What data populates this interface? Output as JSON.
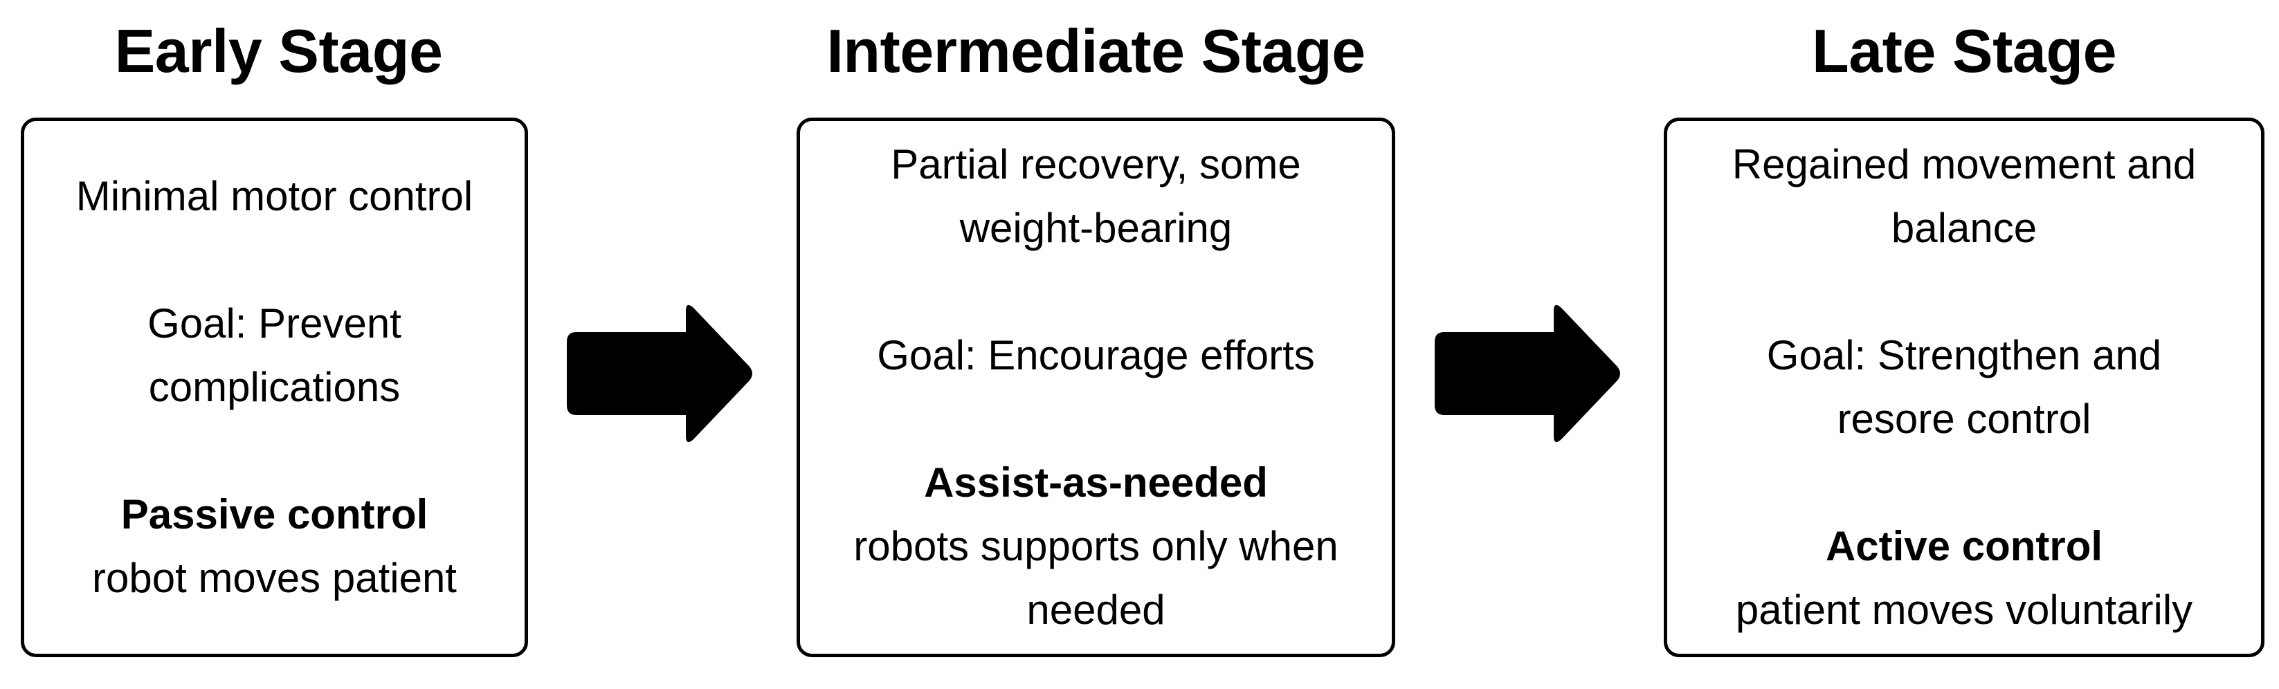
{
  "stages": [
    {
      "title": "Early Stage",
      "condition_lines": [
        "Minimal motor control"
      ],
      "goal_lines": [
        "Goal: Prevent",
        "complications"
      ],
      "control_title": "Passive control",
      "control_lines": [
        "robot moves patient"
      ]
    },
    {
      "title": "Intermediate Stage",
      "condition_lines": [
        "Partial recovery, some",
        "weight-bearing"
      ],
      "goal_lines": [
        "Goal: Encourage efforts"
      ],
      "control_title": "Assist-as-needed",
      "control_lines": [
        "robots supports only when",
        "needed"
      ]
    },
    {
      "title": "Late Stage",
      "condition_lines": [
        "Regained movement and",
        "balance"
      ],
      "goal_lines": [
        "Goal: Strengthen and",
        "resore control"
      ],
      "control_title": "Active control",
      "control_lines": [
        "patient moves voluntarily"
      ]
    }
  ],
  "arrows": [
    {
      "icon": "right-arrow-icon",
      "color": "#000000"
    },
    {
      "icon": "right-arrow-icon",
      "color": "#000000"
    }
  ]
}
